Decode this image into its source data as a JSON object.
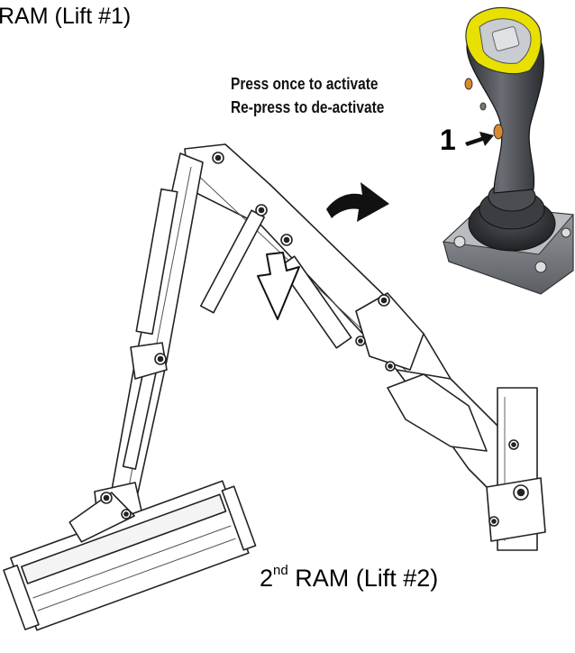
{
  "labels": {
    "top_ram": "RAM (Lift #1)",
    "instruction_line1": "Press once to activate",
    "instruction_line2": "Re-press to de-activate",
    "button_number": "1",
    "bottom_ram_ordinal": "2",
    "bottom_ram_suffix": "nd",
    "bottom_ram_text": " RAM (Lift #2)"
  },
  "colors": {
    "joystick_accent": "#e8e000",
    "joystick_body": "#4a4d52",
    "button_orange": "#d98a2a",
    "arrow_fill": "#111111"
  },
  "icons": {
    "motion_arrow": "curved-arrow-right-icon",
    "lift_arrow": "down-arrow-outline-icon",
    "pointer_arrow": "small-arrow-icon"
  }
}
